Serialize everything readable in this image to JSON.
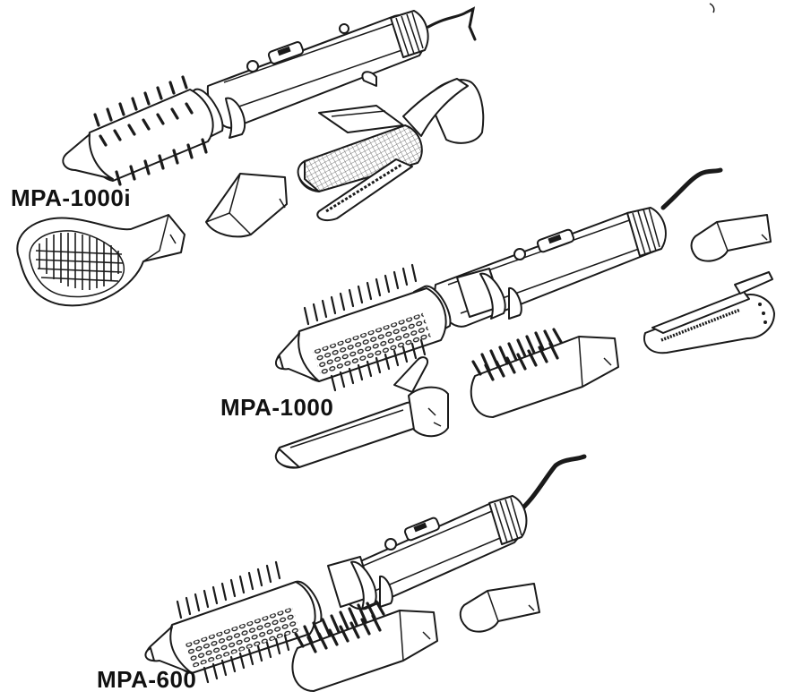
{
  "models": [
    {
      "id": "mpa-1000i",
      "label": "MPA-1000i"
    },
    {
      "id": "mpa-1000",
      "label": "MPA-1000"
    },
    {
      "id": "mpa-600",
      "label": "MPA-600"
    }
  ],
  "icons": [
    "hot-air-brush-icon",
    "round-bristle-attachment-icon",
    "curling-tong-attachment-icon",
    "concentrator-nozzle-icon",
    "paddle-brush-attachment-icon",
    "straightener-attachment-icon",
    "brush-attachment-icon"
  ]
}
